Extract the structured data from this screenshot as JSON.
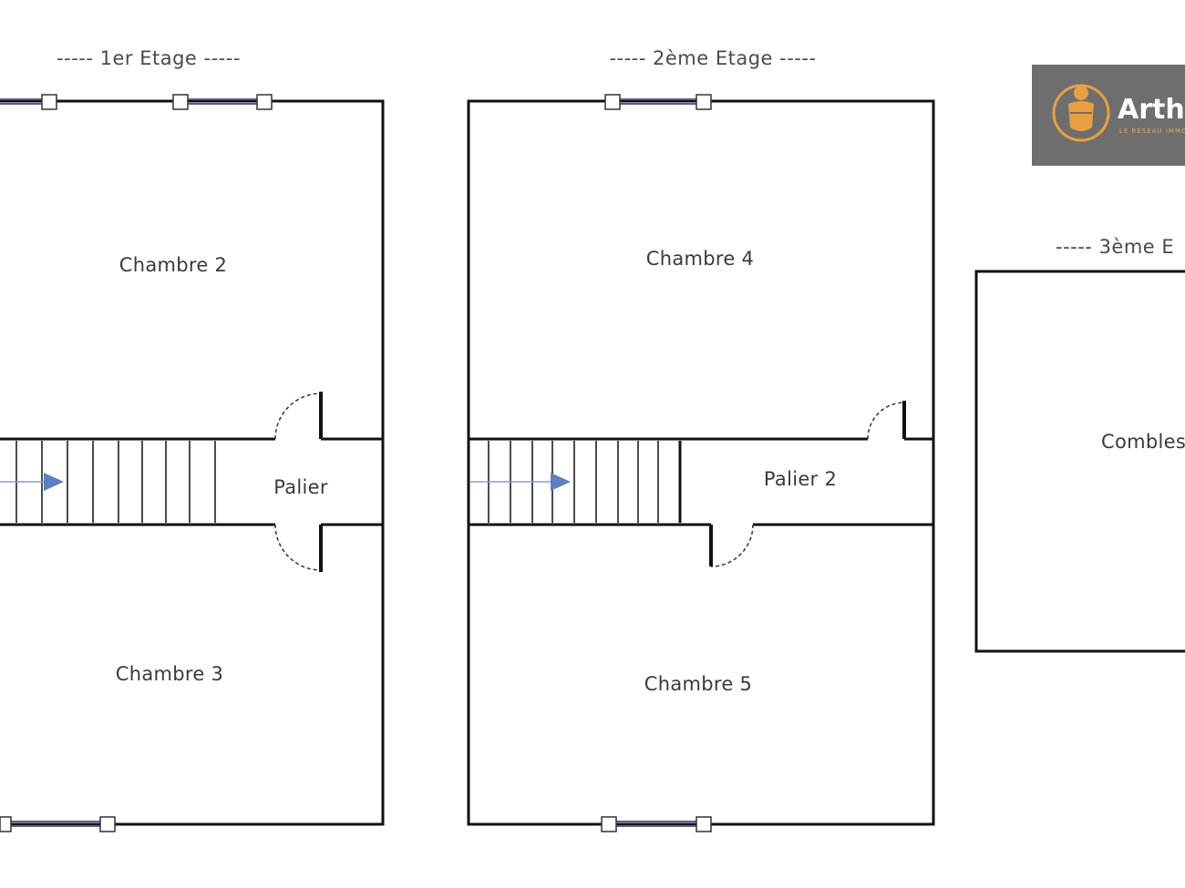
{
  "floors": [
    {
      "title": "----- 1er Etage -----"
    },
    {
      "title": "----- 2ème Etage -----"
    },
    {
      "title": "----- 3ème E"
    }
  ],
  "rooms": {
    "chambre2": "Chambre 2",
    "chambre3": "Chambre 3",
    "palier": "Palier",
    "chambre4": "Chambre 4",
    "chambre5": "Chambre 5",
    "palier2": "Palier 2",
    "combles": "Combles"
  },
  "logo": {
    "name": "Arthu",
    "tagline": "LE RÉSEAU IMMO",
    "background": "#6e6e6e",
    "accent": "#e8a040"
  },
  "colors": {
    "wall": "#111111",
    "window": "#5a5f9a",
    "stair_arrow": "#5b7fc4"
  }
}
